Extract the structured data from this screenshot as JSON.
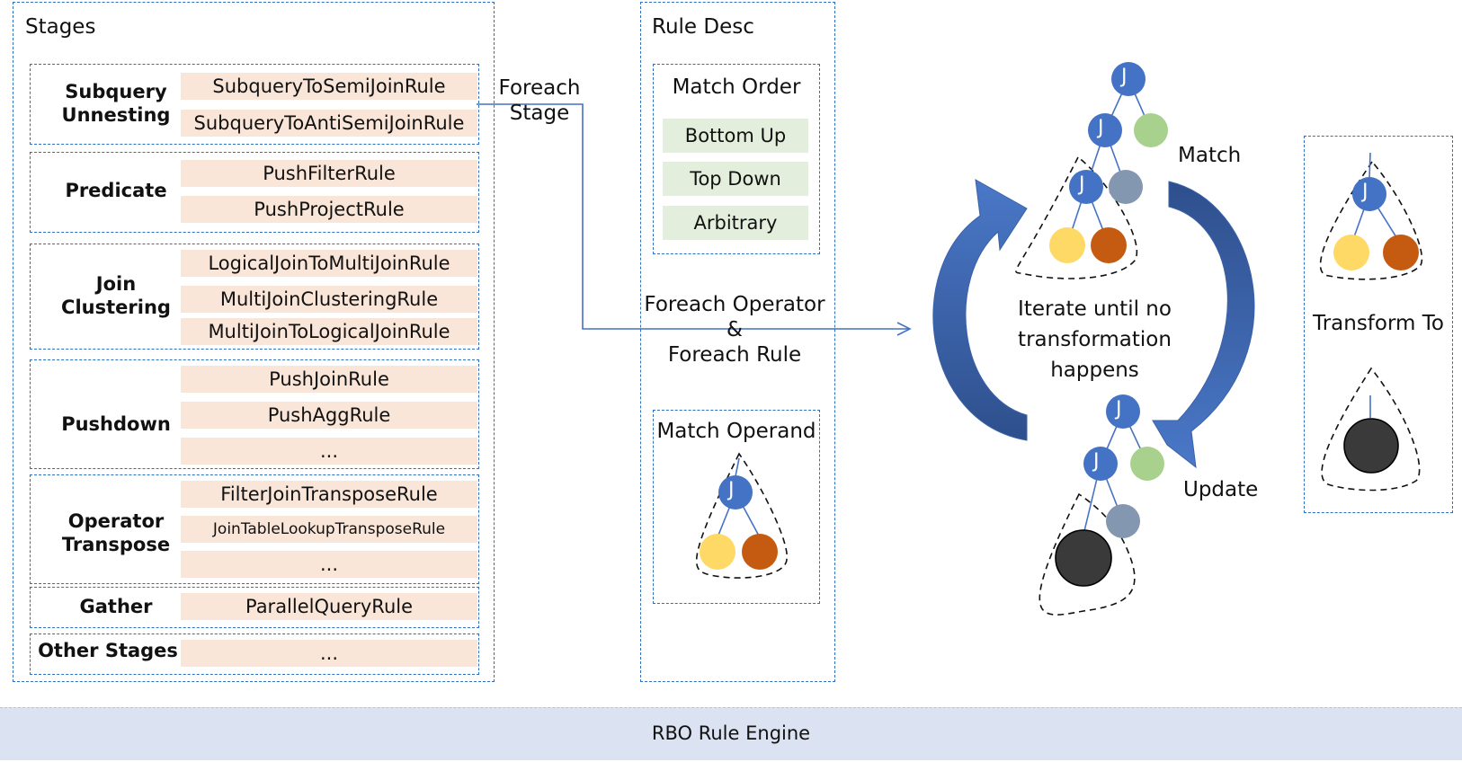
{
  "stages": {
    "title": "Stages",
    "groups": [
      {
        "name": "Subquery\nUnnesting",
        "rules": [
          "SubqueryToSemiJoinRule",
          "SubqueryToAntiSemiJoinRule"
        ]
      },
      {
        "name": "Predicate",
        "rules": [
          "PushFilterRule",
          "PushProjectRule"
        ]
      },
      {
        "name": "Join\nClustering",
        "rules": [
          "LogicalJoinToMultiJoinRule",
          "MultiJoinClusteringRule",
          "MultiJoinToLogicalJoinRule"
        ]
      },
      {
        "name": "Pushdown",
        "rules": [
          "PushJoinRule",
          "PushAggRule",
          "..."
        ]
      },
      {
        "name": "Operator\nTranspose",
        "rules": [
          "FilterJoinTransposeRule",
          "JoinTableLookupTransposeRule",
          "..."
        ]
      },
      {
        "name": "Gather",
        "rules": [
          "ParallelQueryRule"
        ]
      },
      {
        "name": "Other Stages",
        "rules": [
          "..."
        ]
      }
    ]
  },
  "foreach_stage": "Foreach\nStage",
  "rule_desc": {
    "title": "Rule Desc",
    "match_order": {
      "title": "Match Order",
      "options": [
        "Bottom Up",
        "Top Down",
        "Arbitrary"
      ]
    },
    "foreach_operator": "Foreach Operator\n&\nForeach Rule",
    "match_operand": {
      "title": "Match Operand",
      "node_label": "J"
    }
  },
  "cycle": {
    "match_label": "Match",
    "update_label": "Update",
    "center_text": "Iterate until no\ntransformation\nhappens",
    "node_label": "J"
  },
  "transform_to": {
    "label": "Transform To",
    "node_label": "J"
  },
  "footer": {
    "label": "RBO Rule Engine"
  },
  "colors": {
    "dashed_border": "#2f6fbf",
    "rule_fill": "#fae6d8",
    "order_fill": "#e3efdc",
    "join_node": "#4472c4",
    "green_node": "#a9d18e",
    "gray_node": "#8497b0",
    "yellow_node": "#ffd966",
    "orange_node": "#c55a11",
    "dark_node": "#3a3a3a",
    "arrow": "#4472c4",
    "footer_fill": "#dbe2f1"
  }
}
